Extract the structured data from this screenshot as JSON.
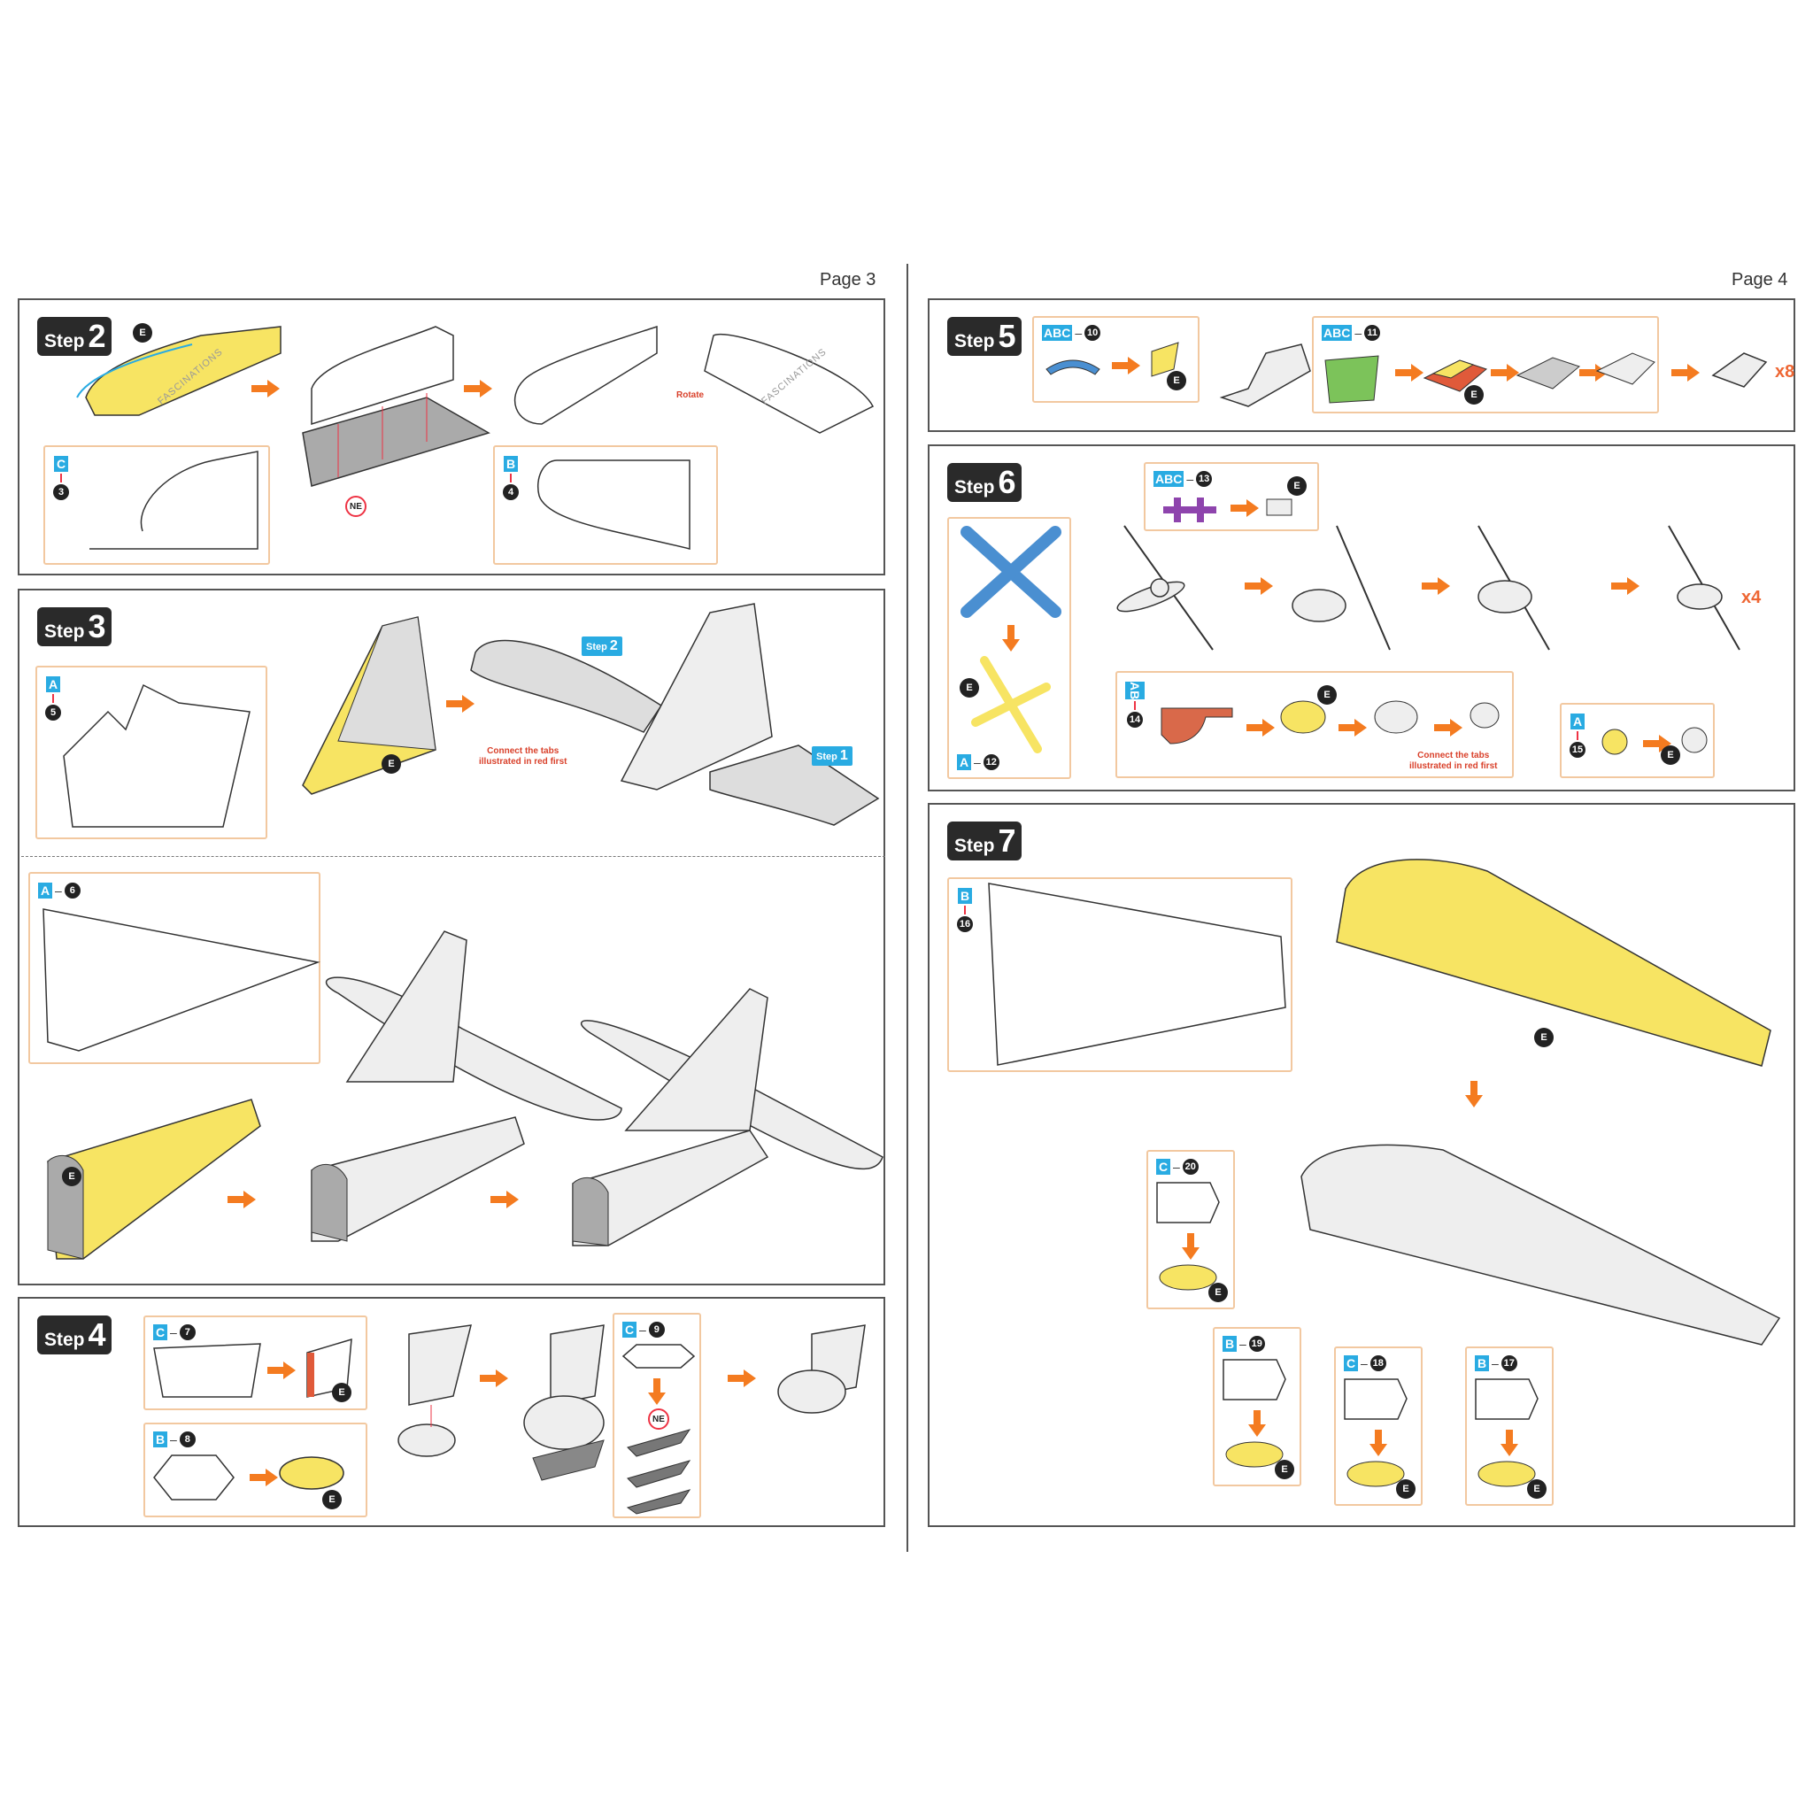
{
  "pages": {
    "left_label": "Page 3",
    "right_label": "Page 4"
  },
  "step_word": "Step",
  "steps": {
    "s2": {
      "number": "2"
    },
    "s3": {
      "number": "3"
    },
    "s4": {
      "number": "4"
    },
    "s5": {
      "number": "5"
    },
    "s6": {
      "number": "6"
    },
    "s7": {
      "number": "7"
    }
  },
  "parts": {
    "p3": {
      "sheets": "C",
      "num": "3"
    },
    "p4": {
      "sheets": "B",
      "num": "4"
    },
    "p5": {
      "sheets": "A",
      "num": "5"
    },
    "p6": {
      "sheets": "A",
      "num": "6"
    },
    "p7": {
      "sheets": "C",
      "num": "7"
    },
    "p8": {
      "sheets": "B",
      "num": "8"
    },
    "p9": {
      "sheets": "C",
      "num": "9"
    },
    "p10": {
      "sheets": "ABC",
      "num": "10"
    },
    "p11": {
      "sheets": "ABC",
      "num": "11"
    },
    "p12": {
      "sheets": "A",
      "num": "12"
    },
    "p13": {
      "sheets": "ABC",
      "num": "13"
    },
    "p14": {
      "sheets": "AB",
      "num": "14"
    },
    "p15": {
      "sheets": "A",
      "num": "15"
    },
    "p16": {
      "sheets": "B",
      "num": "16"
    },
    "p17": {
      "sheets": "B",
      "num": "17"
    },
    "p18": {
      "sheets": "C",
      "num": "18"
    },
    "p19": {
      "sheets": "B",
      "num": "19"
    },
    "p20": {
      "sheets": "C",
      "num": "20"
    }
  },
  "badges": {
    "e": "E",
    "ne": "NE"
  },
  "dash": "–",
  "multipliers": {
    "x8": "x8",
    "x4": "x4"
  },
  "notes": {
    "rotate": "Rotate",
    "connect_line1": "Connect the tabs",
    "connect_line2": "illustrated in red first"
  },
  "step_tags": {
    "t2": "2",
    "t1": "1"
  },
  "watermark": "FASCINATIONS",
  "colors": {
    "accent_blue": "#29abe2",
    "arrow_orange": "#f47b20",
    "highlight_yellow": "#f7e463",
    "badge_dark": "#2a2a2a",
    "sub_border": "#f2c8a0"
  }
}
